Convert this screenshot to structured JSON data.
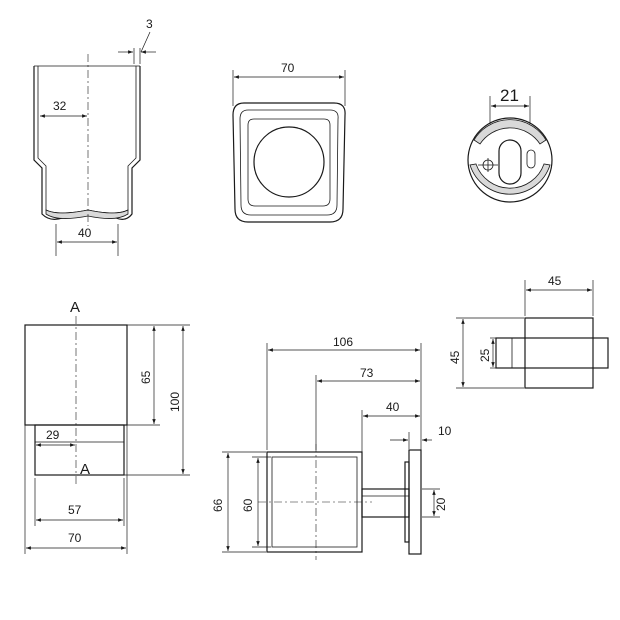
{
  "dimensions": {
    "wall_thickness": "3",
    "cup_inner_width": "32",
    "cup_base_width": "40",
    "front_width": "70",
    "mount_slot": "21",
    "holder_top_width": "45",
    "holder_height": "45",
    "holder_inner": "25",
    "cup_top_height": "65",
    "cup_total_height": "100",
    "cup_lower_width": "29",
    "cup_bottom_width": "57",
    "cup_outer_width": "70",
    "projection": "106",
    "arm_length": "73",
    "bracket_depth": "40",
    "plate_thickness": "10",
    "square_outer": "66",
    "square_inner": "60",
    "stem": "20"
  },
  "section_labels": {
    "top": "A",
    "bottom": "A"
  }
}
